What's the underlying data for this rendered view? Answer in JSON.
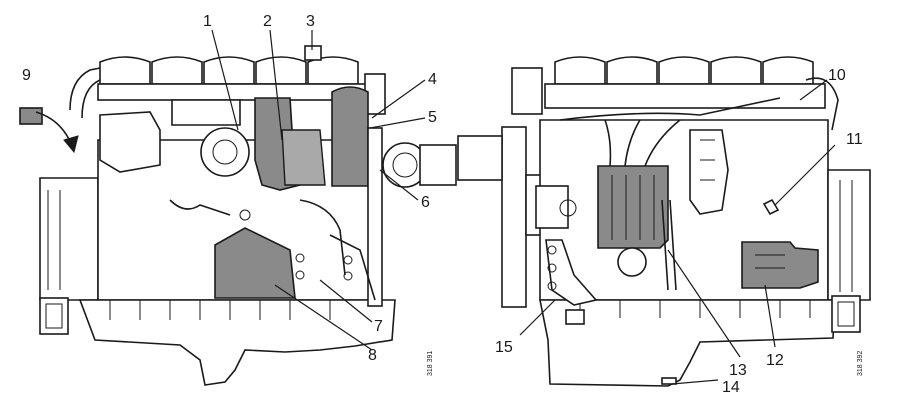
{
  "callouts": {
    "c1": "1",
    "c2": "2",
    "c3": "3",
    "c4": "4",
    "c5": "5",
    "c6": "6",
    "c7": "7",
    "c8": "8",
    "c9": "9",
    "c10": "10",
    "c11": "11",
    "c12": "12",
    "c13": "13",
    "c14": "14",
    "c15": "15"
  },
  "figure_refs": {
    "left": "318 391",
    "right": "318 392"
  },
  "colors": {
    "highlight_gray": "#8a8a8a",
    "line": "#1a1a1a",
    "background": "#ffffff"
  }
}
